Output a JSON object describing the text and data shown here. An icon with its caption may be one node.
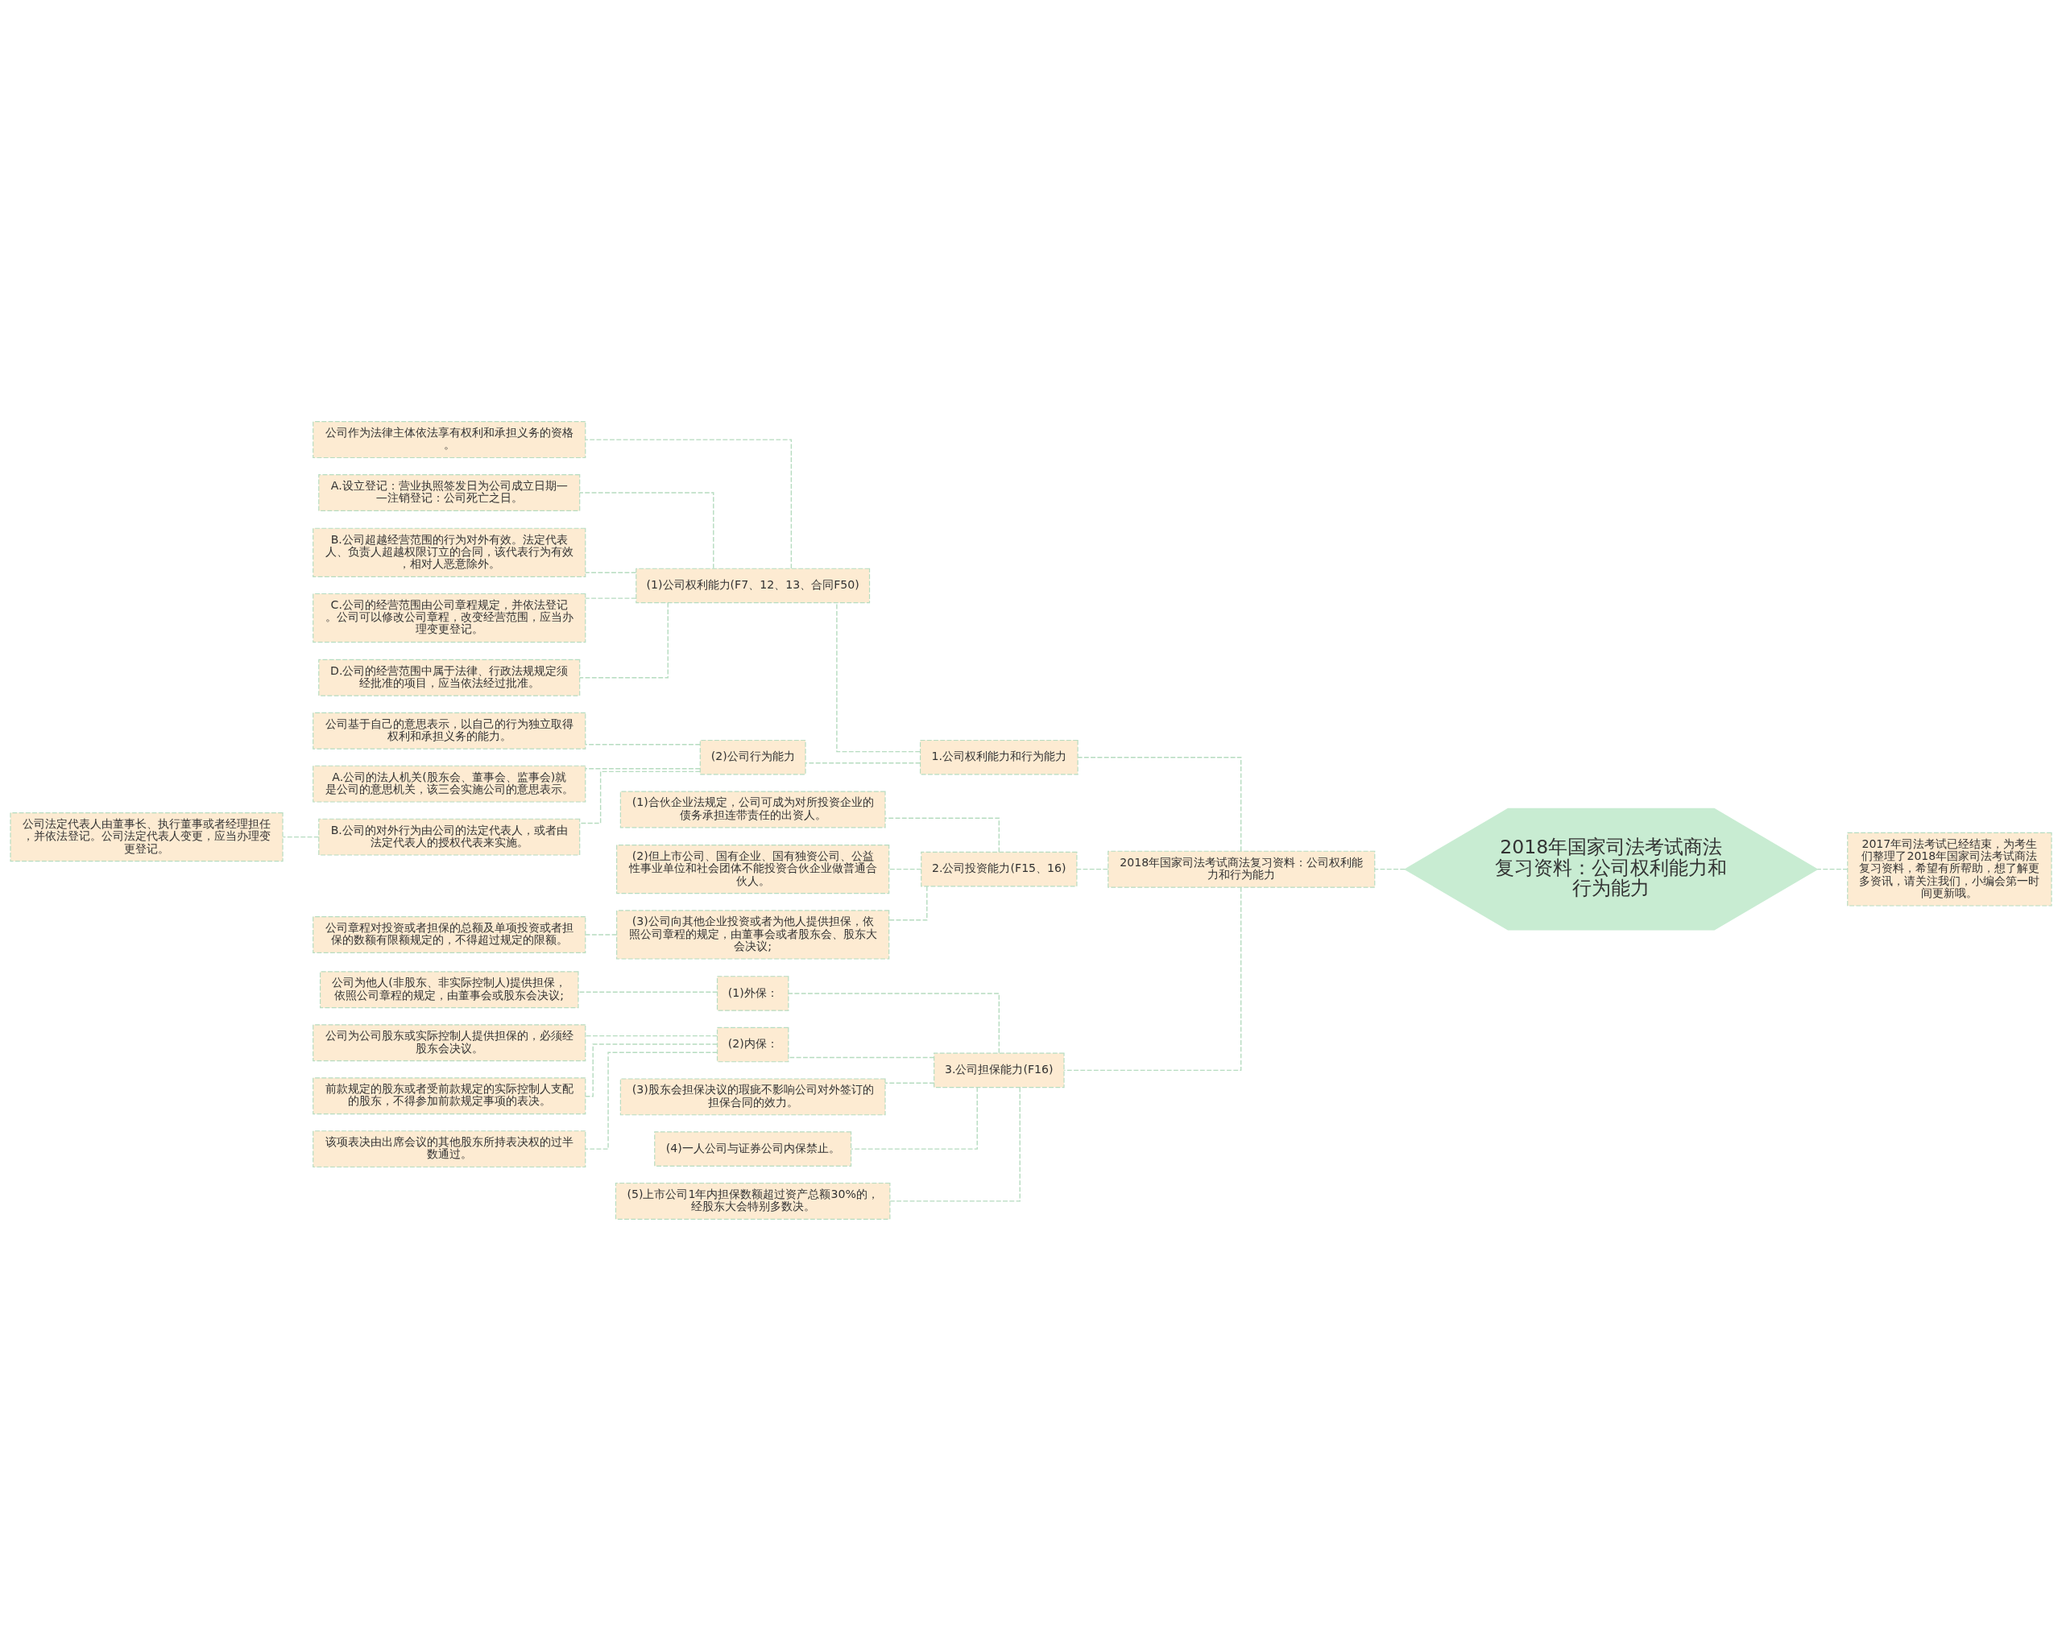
{
  "diagram": {
    "nodes": [
      {
        "text": [
          "2018年国家司法考试商法复习资料：公司权利能力和行为能力"
        ]
      },
      {
        "text": [
          "2017年司法考试已经结束，为考生们整理了2018年国家司法考试商法复习资料，希望有所帮助，想了解更多资讯，请关注我们，小编会第一时间更新哦。"
        ]
      },
      {
        "text": [
          "2018年国家司法考试商法复习资料：公司权利能力和行为能力"
        ]
      },
      {
        "text": [
          "1.公司权利能力和行为能力"
        ]
      },
      {
        "text": [
          "(1)公司权利能力(F7、12、13、合同F50)"
        ]
      },
      {
        "text": [
          "公司作为法律主体依法享有权利和承担义务的资格。"
        ]
      },
      {
        "text": [
          "A.设立登记：营业执照签发日为公司成立日期——注销登记：公司死亡之日。"
        ]
      },
      {
        "text": [
          "B.公司超越经营范围的行为对外有效。法定代表人、负责人超越权限订立的合同，该代表行为有效，相对人恶意除外。"
        ]
      },
      {
        "text": [
          "C.公司的经营范围由公司章程规定，并依法登记。公司可以修改公司章程，改变经营范围，应当办理变更登记。"
        ]
      },
      {
        "text": [
          "D.公司的经营范围中属于法律、行政法规规定须经批准的项目，应当依法经过批准。"
        ]
      },
      {
        "text": [
          "(2)公司行为能力"
        ]
      },
      {
        "text": [
          "公司基于自己的意思表示，以自己的行为独立取得权利和承担义务的能力。"
        ]
      },
      {
        "text": [
          "A.公司的法人机关(股东会、董事会、监事会)就是公司的意思机关，该三会实施公司的意思表示。"
        ]
      },
      {
        "text": [
          "B.公司的对外行为由公司的法定代表人，或者由法定代表人的授权代表来实施。"
        ]
      },
      {
        "text": [
          "公司法定代表人由董事长、执行董事或者经理担任，并依法登记。公司法定代表人变更，应当办理变更登记。"
        ]
      },
      {
        "text": [
          "2.公司投资能力(F15、16)"
        ]
      },
      {
        "text": [
          "(1)合伙企业法规定，公司可成为对所投资企业的债务承担连带责任的出资人。"
        ]
      },
      {
        "text": [
          "(2)但上市公司、国有企业、国有独资公司、公益性事业单位和社会团体不能投资合伙企业做普通合伙人。"
        ]
      },
      {
        "text": [
          "(3)公司向其他企业投资或者为他人提供担保，依照公司章程的规定，由董事会或者股东会、股东大会决议;"
        ]
      },
      {
        "text": [
          "公司章程对投资或者担保的总额及单项投资或者担保的数额有限额规定的，不得超过规定的限额。"
        ]
      },
      {
        "text": [
          "3.公司担保能力(F16)"
        ]
      },
      {
        "text": [
          "(1)外保："
        ]
      },
      {
        "text": [
          "公司为他人(非股东、非实际控制人)提供担保，依照公司章程的规定，由董事会或股东会决议;"
        ]
      },
      {
        "text": [
          "(2)内保："
        ]
      },
      {
        "text": [
          "公司为公司股东或实际控制人提供担保的，必须经股东会决议。"
        ]
      },
      {
        "text": [
          "前款规定的股东或者受前款规定的实际控制人支配的股东，不得参加前款规定事项的表决。"
        ]
      },
      {
        "text": [
          "该项表决由出席会议的其他股东所持表决权的过半数通过。"
        ]
      },
      {
        "text": [
          "(3)股东会担保决议的瑕疵不影响公司对外签订的担保合同的效力。"
        ]
      },
      {
        "text": [
          "(4)一人公司与证券公司内保禁止。"
        ]
      },
      {
        "text": [
          "(5)上市公司1年内担保数额超过资产总额30%的，经股东大会特别多数决。"
        ]
      }
    ],
    "edges": [
      {
        "from": 0,
        "to": 1,
        "arrow": "none",
        "style": "dashed"
      },
      {
        "from": 0,
        "to": 2,
        "arrow": "none",
        "style": "dashed"
      },
      {
        "from": 2,
        "to": 3,
        "arrow": "none",
        "style": "dashed"
      },
      {
        "from": 3,
        "to": 4,
        "arrow": "none",
        "style": "dashed"
      },
      {
        "from": 4,
        "to": 5,
        "arrow": "none",
        "style": "dashed"
      },
      {
        "from": 4,
        "to": 6,
        "arrow": "none",
        "style": "dashed"
      },
      {
        "from": 4,
        "to": 7,
        "arrow": "none",
        "style": "dashed"
      },
      {
        "from": 4,
        "to": 8,
        "arrow": "none",
        "style": "dashed"
      },
      {
        "from": 4,
        "to": 9,
        "arrow": "none",
        "style": "dashed"
      },
      {
        "from": 3,
        "to": 10,
        "arrow": "none",
        "style": "dashed"
      },
      {
        "from": 10,
        "to": 11,
        "arrow": "none",
        "style": "dashed"
      },
      {
        "from": 10,
        "to": 12,
        "arrow": "none",
        "style": "dashed"
      },
      {
        "from": 10,
        "to": 13,
        "arrow": "none",
        "style": "dashed"
      },
      {
        "from": 13,
        "to": 14,
        "arrow": "none",
        "style": "dashed"
      },
      {
        "from": 2,
        "to": 15,
        "arrow": "none",
        "style": "dashed"
      },
      {
        "from": 15,
        "to": 16,
        "arrow": "none",
        "style": "dashed"
      },
      {
        "from": 15,
        "to": 17,
        "arrow": "none",
        "style": "dashed"
      },
      {
        "from": 15,
        "to": 18,
        "arrow": "none",
        "style": "dashed"
      },
      {
        "from": 18,
        "to": 19,
        "arrow": "none",
        "style": "dashed"
      },
      {
        "from": 2,
        "to": 20,
        "arrow": "none",
        "style": "dashed"
      },
      {
        "from": 20,
        "to": 21,
        "arrow": "none",
        "style": "dashed"
      },
      {
        "from": 21,
        "to": 22,
        "arrow": "none",
        "style": "dashed"
      },
      {
        "from": 20,
        "to": 23,
        "arrow": "none",
        "style": "dashed"
      },
      {
        "from": 23,
        "to": 24,
        "arrow": "none",
        "style": "dashed"
      },
      {
        "from": 23,
        "to": 25,
        "arrow": "none",
        "style": "dashed"
      },
      {
        "from": 23,
        "to": 26,
        "arrow": "none",
        "style": "dashed"
      },
      {
        "from": 20,
        "to": 27,
        "arrow": "none",
        "style": "dashed"
      },
      {
        "from": 20,
        "to": 28,
        "arrow": "none",
        "style": "dashed"
      },
      {
        "from": 20,
        "to": 29,
        "arrow": "none",
        "style": "dashed"
      }
    ]
  }
}
